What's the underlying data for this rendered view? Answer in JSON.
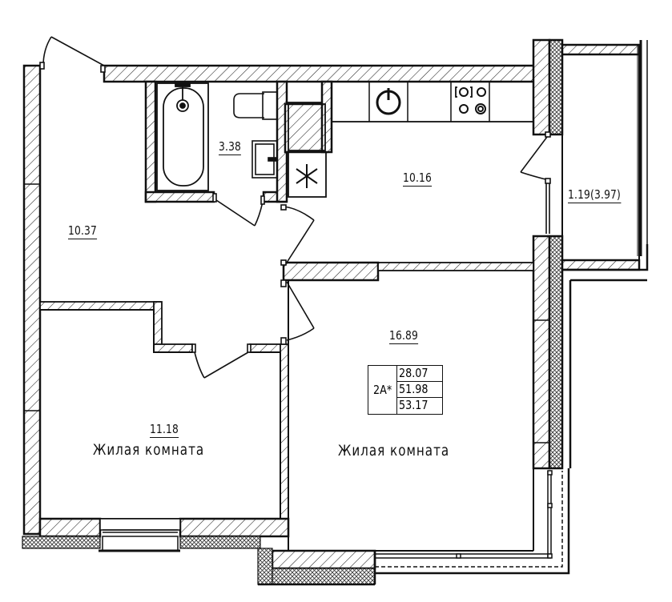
{
  "plan": {
    "apartment_type": "2A*",
    "areas_summary": {
      "living_area": "28.07",
      "total_area": "51.98",
      "total_with_balcony": "53.17"
    },
    "rooms": [
      {
        "id": "hallway",
        "area": "10.37",
        "name": ""
      },
      {
        "id": "bathroom",
        "area": "3.38",
        "name": ""
      },
      {
        "id": "kitchen",
        "area": "10.16",
        "name": ""
      },
      {
        "id": "balcony",
        "area": "1.19(3.97)",
        "name": ""
      },
      {
        "id": "living-room-large",
        "area": "16.89",
        "name": "Жилая комната"
      },
      {
        "id": "living-room-small",
        "area": "11.18",
        "name": "Жилая комната"
      }
    ],
    "colors": {
      "line": "#111111",
      "background": "#ffffff"
    }
  }
}
